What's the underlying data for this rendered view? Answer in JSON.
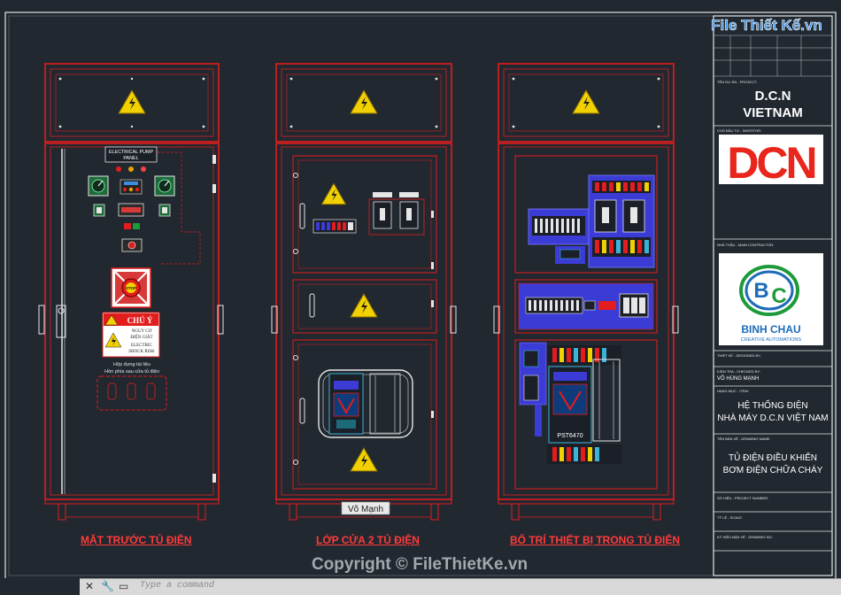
{
  "watermark_logo": "File Thiết Kế.vn",
  "titleblock": {
    "project_label": "TÊN DỰ ÁN - PROJECT:",
    "project_line1": "D.C.N",
    "project_line2": "VIETNAM",
    "investor_label": "CHỦ ĐẦU TƯ - INVESTOR:",
    "investor_logo": "DCN",
    "contractor_label": "NHÀ THẦU - MAIN CONTRACTOR:",
    "contractor_name": "BINH CHAU",
    "contractor_tagline": "CREATIVE AUTOMATIONS",
    "drawn_label": "THIẾT KẾ - DESIGNED BY:",
    "checked_label": "KIỂM TRA - CHECKED BY:",
    "checker_name": "VÕ HÙNG MẠNH",
    "system_label": "HẠNG MỤC - ITEM:",
    "system_line1": "HỆ THỐNG ĐIỆN",
    "system_line2": "NHÀ MÁY D.C.N VIỆT NAM",
    "drawing_label": "TÊN BẢN VẼ - DRAWING NAME:",
    "drawing_line1": "TỦ ĐIỆN ĐIỀU KHIỂN",
    "drawing_line2": "BƠM ĐIỆN CHỮA CHÁY",
    "drawing_no_label": "SỐ HIỆU - PROJECT NUMBER:",
    "scale_label": "TỶ LỆ - SCALE:",
    "sheet_label": "KÝ HIỆU BẢN VẼ - DRAWING NO:"
  },
  "panels": {
    "front": {
      "caption": "MẶT TRƯỚC TỦ ĐIỆN",
      "nameplate_line1": "ELECTRICAL PUMP",
      "nameplate_line2": "PANEL",
      "stop_label": "STOP",
      "warn_title": "CHÚ Ý",
      "warn_line1": "NGUY CƠ",
      "warn_line2": "ĐIỆN GIẬT",
      "warn_line3": "ELECTRIC",
      "warn_line4": "SHOCK RISK",
      "doc_line1": "Hộp đựng tài liệu",
      "doc_line2": "Hồn phía sau cửa tủ điện"
    },
    "door2": {
      "caption": "LỚP CỬA 2 TỦ ĐIỆN",
      "author_tag": "Võ Mạnh"
    },
    "layout": {
      "caption": "BỐ TRÍ THIẾT BỊ TRONG TỦ ĐIỆN",
      "drive_label": "PST6470"
    }
  },
  "copyright": "Copyright © FileThietKe.vn",
  "commandline": {
    "placeholder": "Type a command",
    "close_icon": "close-icon",
    "wrench_icon": "wrench-icon",
    "cmd_icon": "command-icon"
  },
  "colors": {
    "background": "#212830",
    "cabinet_red": "#e21d1d",
    "frame_white": "#e6e6e6",
    "warning_yellow": "#f2d100",
    "device_blue": "#3b3bd6",
    "brand_red": "#e8261c"
  }
}
